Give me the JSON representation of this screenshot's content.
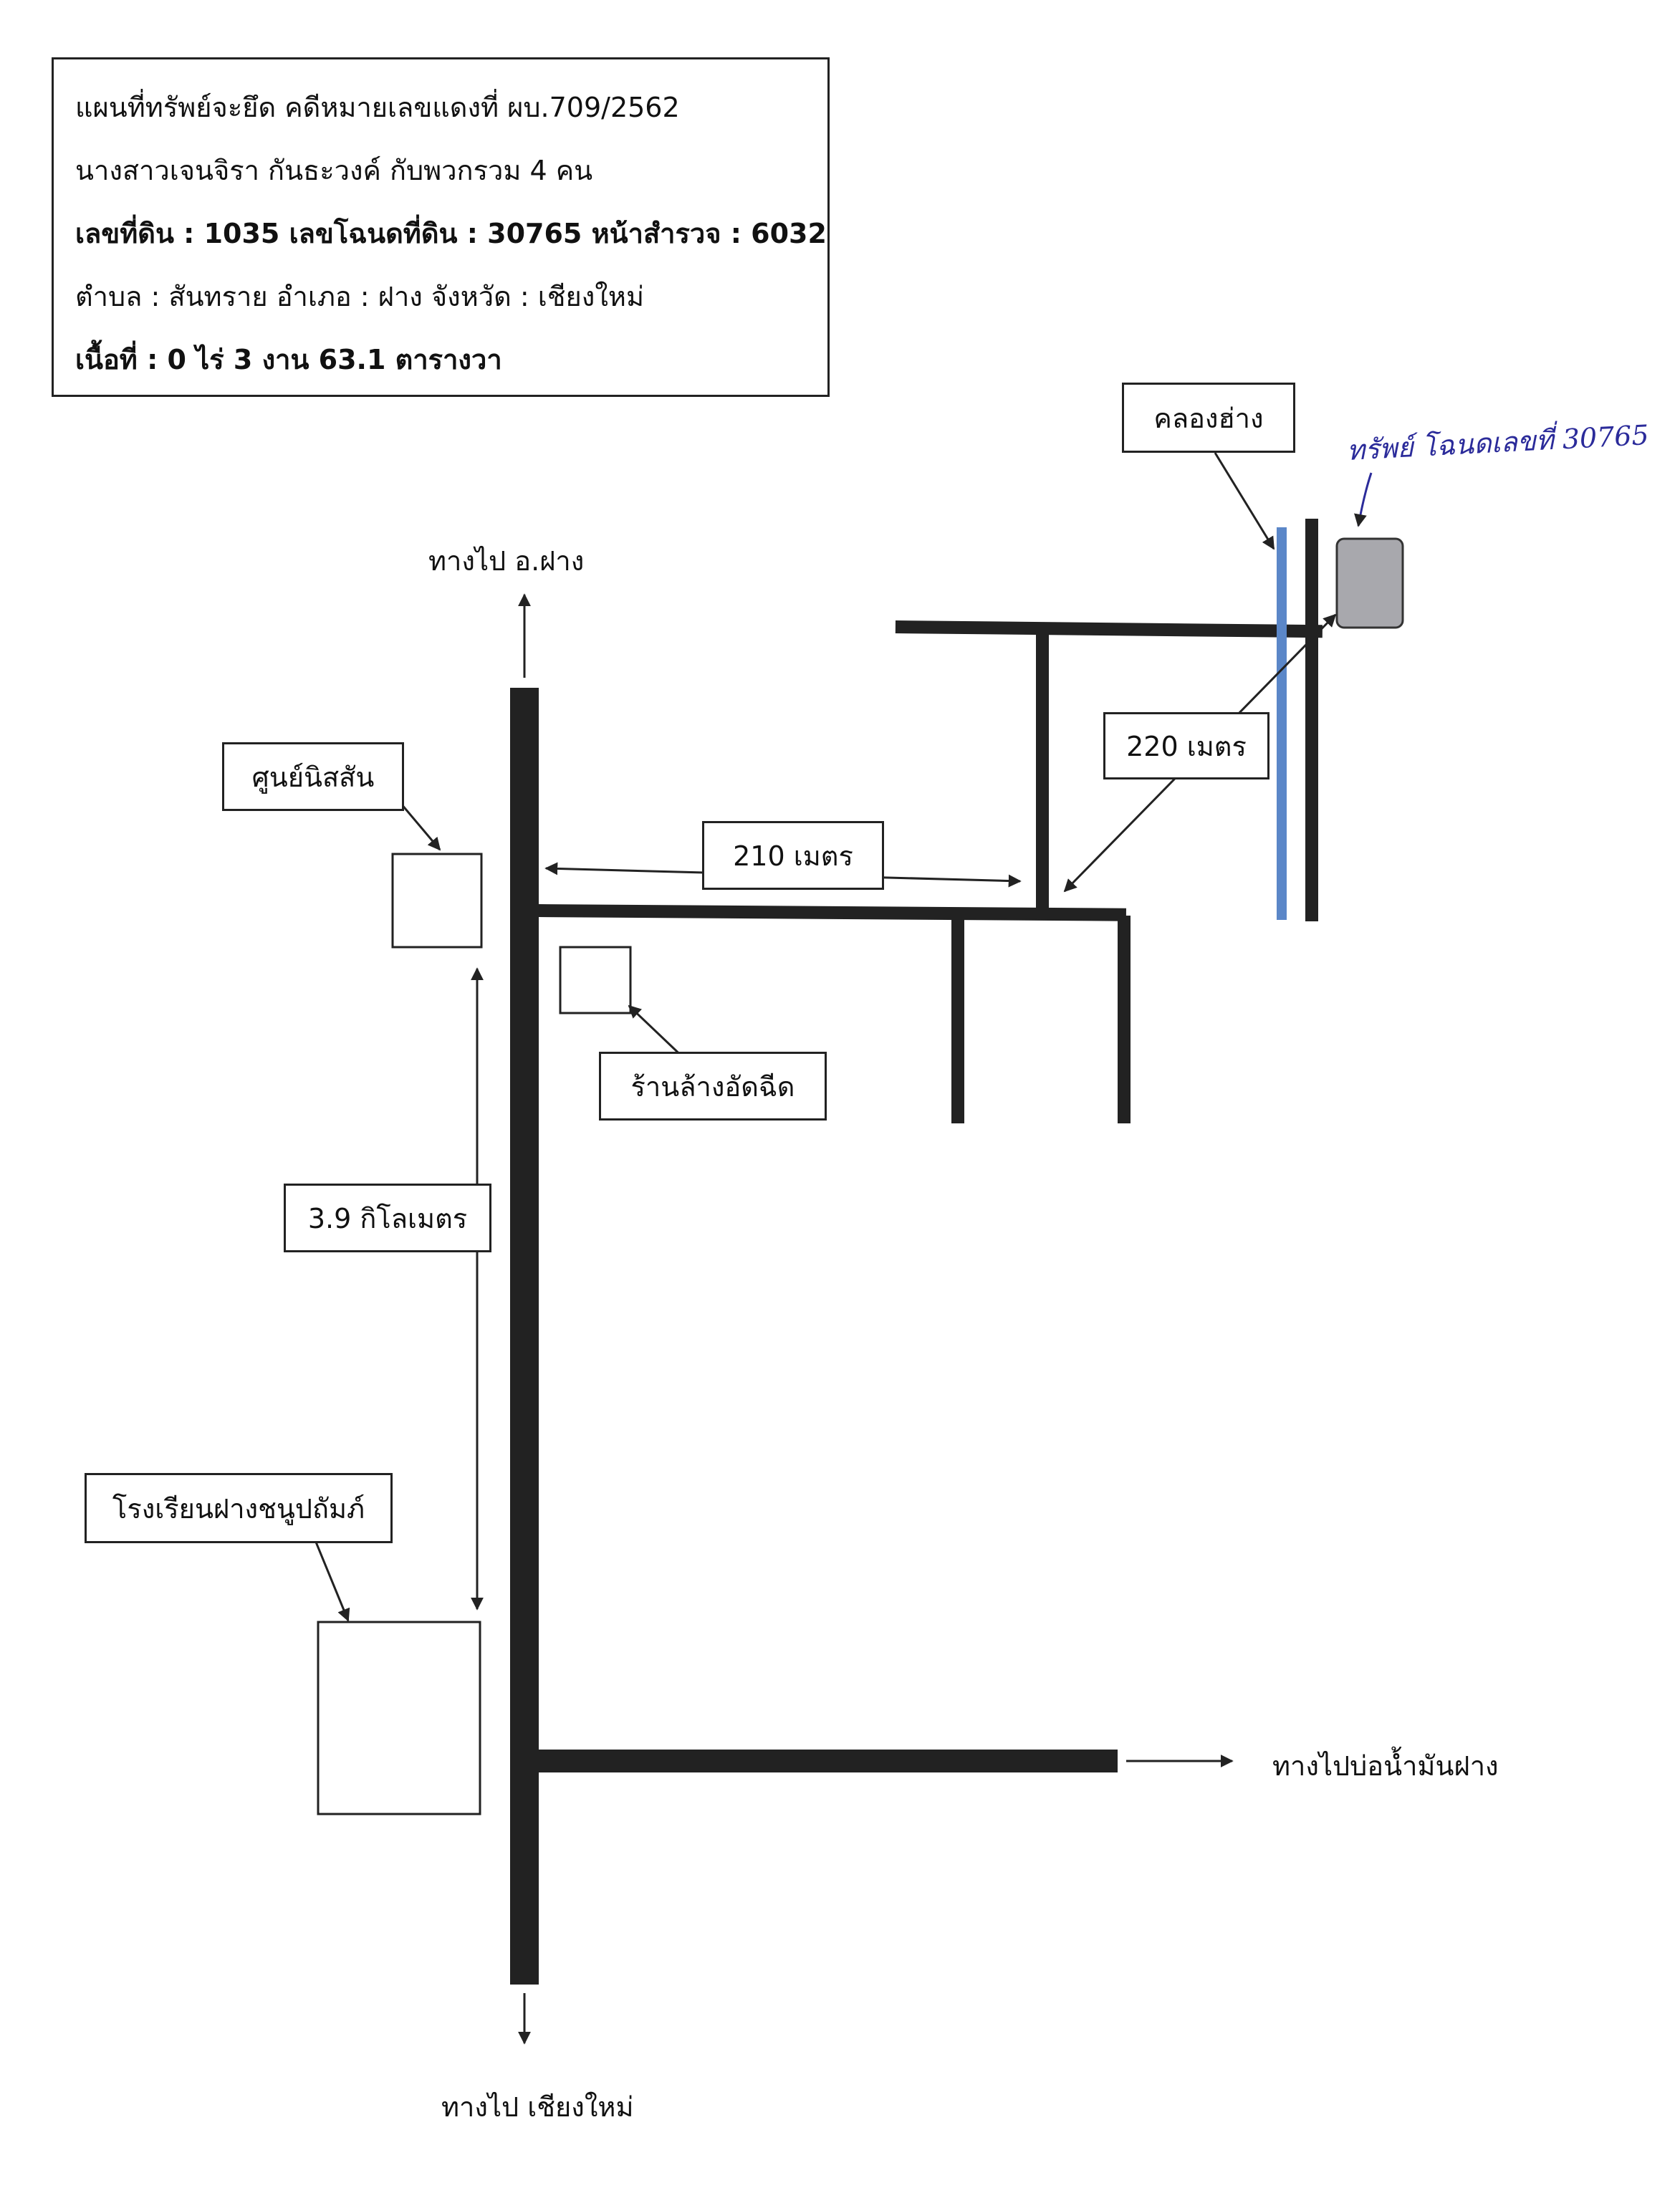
{
  "header": {
    "line1": "แผนที่ทรัพย์จะยึด คดีหมายเลขแดงที่ ผบ.709/2562",
    "line2": "นางสาวเจนจิรา กันธะวงค์ กับพวกรวม 4 คน",
    "line3": "เลขที่ดิน : 1035 เลขโฉนดที่ดิน : 30765  หน้าสำรวจ : 6032",
    "line4": "ตำบล : สันทราย อำเภอ : ฝาง  จังหวัด : เชียงใหม่",
    "line5": "เนื้อที่ : 0 ไร่ 3 งาน 63.1 ตารางวา"
  },
  "labels": {
    "canal": "คลองฮ่าง",
    "handwritten_note": "ทรัพย์ โฉนดเลขที่ 30765",
    "to_fang": "ทางไป อ.ฝาง",
    "to_chiangmai": "ทางไป เชียงใหม่",
    "to_oilwell": "ทางไปบ่อน้ำมันฝาง",
    "nissan_center": "ศูนย์นิสสัน",
    "car_wash": "ร้านล้างอัดฉีด",
    "school": "โรงเรียนฝางชนูปถัมภ์",
    "dist_210": "210 เมตร",
    "dist_220": "220 เมตร",
    "dist_3_9": "3.9 กิโลเมตร"
  },
  "colors": {
    "road": "#222222",
    "canal": "#5b87c8",
    "property_fill": "#a8a8ad",
    "handwriting_ink": "#2b2b9a"
  }
}
